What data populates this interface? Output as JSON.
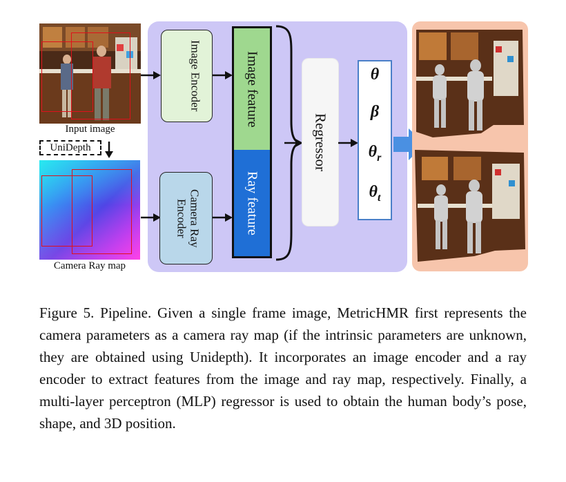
{
  "input_label": "Input image",
  "unidepth_label": "UniDepth",
  "ray_map_label": "Camera Ray map",
  "image_encoder_label": "Image Encoder",
  "camera_ray_encoder_label": "Camera Ray Encoder",
  "image_feature_label": "Image feature",
  "ray_feature_label": "Ray feature",
  "regressor_label": "Regressor",
  "params": [
    {
      "symbol": "θ",
      "sub": ""
    },
    {
      "symbol": "β",
      "sub": ""
    },
    {
      "symbol": "θ",
      "sub": "r"
    },
    {
      "symbol": "θ",
      "sub": "t"
    }
  ],
  "colors": {
    "panel": "#cdc7f6",
    "image_feature": "#9fd88f",
    "ray_feature": "#1f6fd6",
    "image_encoder": "#e2f3d8",
    "ray_encoder": "#b9d7ea",
    "output_panel": "#f7c5ac",
    "bbox": "#e0101a"
  },
  "caption": "Figure 5.  Pipeline.  Given a single frame image, MetricHMR first represents the camera parameters as a camera ray map (if the intrinsic parameters are unknown, they are obtained using Unidepth). It incorporates an image encoder and a ray encoder to extract features from the image and ray map, respectively. Finally, a multi-layer perceptron (MLP) regressor is used to obtain the human body’s pose, shape, and 3D position."
}
